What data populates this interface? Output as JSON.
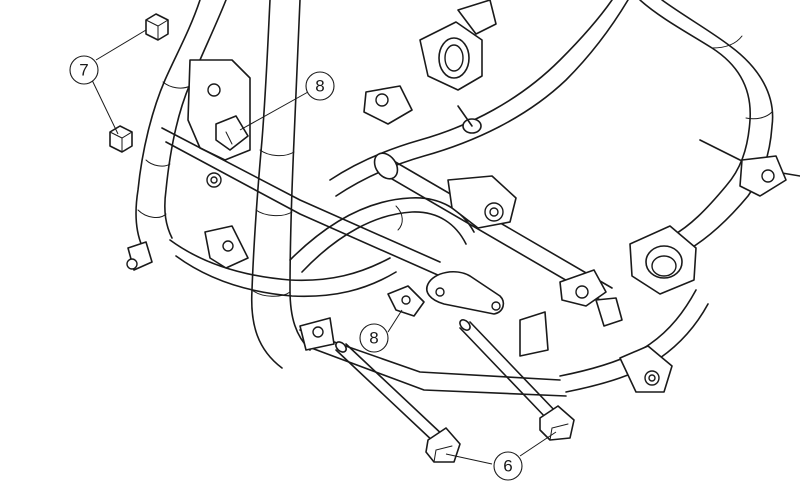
{
  "callouts": [
    {
      "id": "7",
      "label": "7"
    },
    {
      "id": "8a",
      "label": "8"
    },
    {
      "id": "8b",
      "label": "8"
    },
    {
      "id": "6",
      "label": "6"
    }
  ]
}
